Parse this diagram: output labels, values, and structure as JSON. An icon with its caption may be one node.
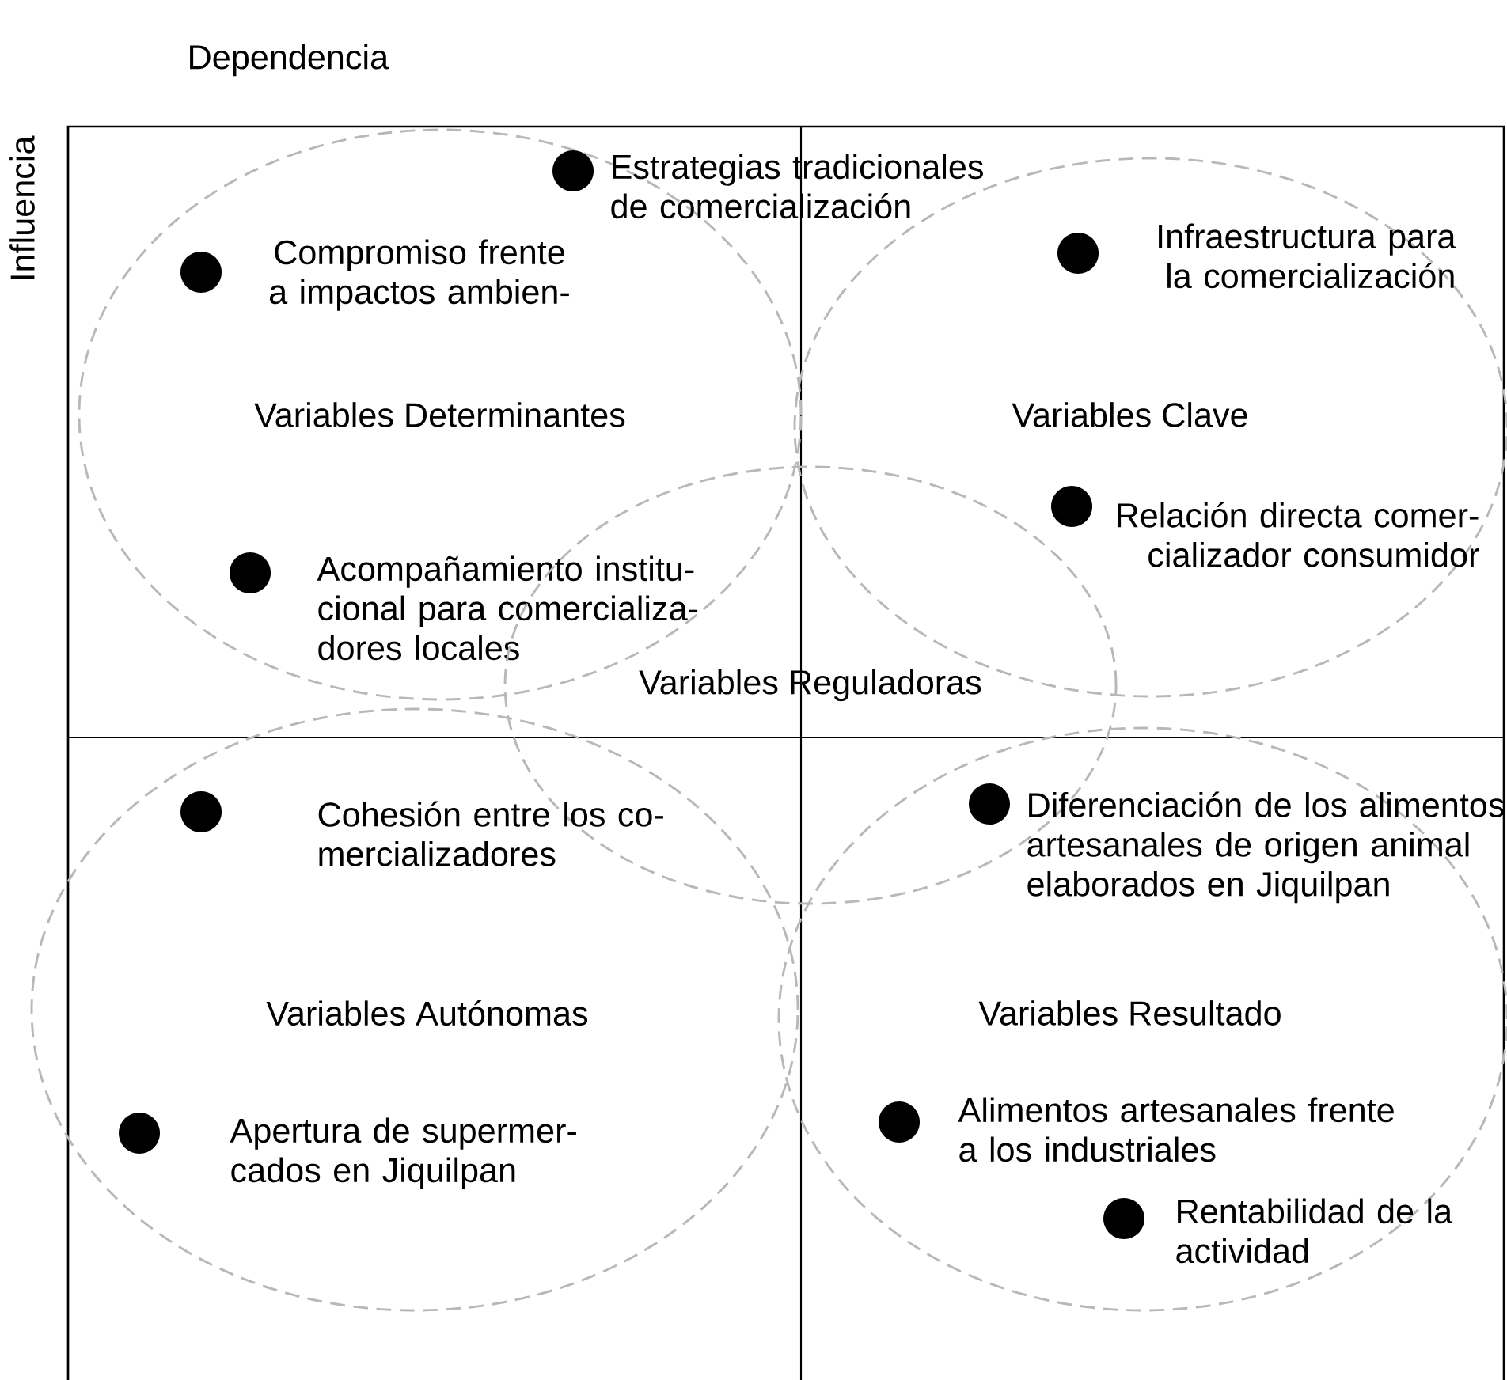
{
  "diagram": {
    "nodes": [
      {
        "text": [
          "Variables Determinantes"
        ]
      },
      {
        "text": [
          "Estrategias tradicionales de comercialización"
        ],
        "in": 0
      },
      {
        "text": [
          "Compromiso frente a impactos ambien-"
        ],
        "in": 0
      },
      {
        "text": [
          "Acompañamiento institu- cional para comercializa- dores locales"
        ],
        "in": 0
      },
      {
        "text": [
          "Variables Clave"
        ]
      },
      {
        "text": [
          "Infraestructura para la comercialización"
        ],
        "in": 4
      },
      {
        "text": [
          "Relación directa comer- cializador consumidor"
        ],
        "in": 4
      },
      {
        "text": [
          "Variables Reguladoras"
        ]
      },
      {
        "text": [
          "Variables Autónomas"
        ]
      },
      {
        "text": [
          "Cohesión entre los co- mercializadores"
        ],
        "in": 8
      },
      {
        "text": [
          "Apertura de supermer- cados en Jiquilpan"
        ],
        "in": 8
      },
      {
        "text": [
          "Variables Resultado"
        ]
      },
      {
        "text": [
          "Diferenciación de los alimentos artesanales de origen animal elaborados en Jiquilpan"
        ]
      },
      {
        "text": [
          "Alimentos artesanales frente a los industriales"
        ],
        "in": 11
      },
      {
        "text": [
          "Rentabilidad de la actividad"
        ],
        "in": 11
      }
    ],
    "labels": [
      "Dependencia",
      "Influencia"
    ]
  }
}
